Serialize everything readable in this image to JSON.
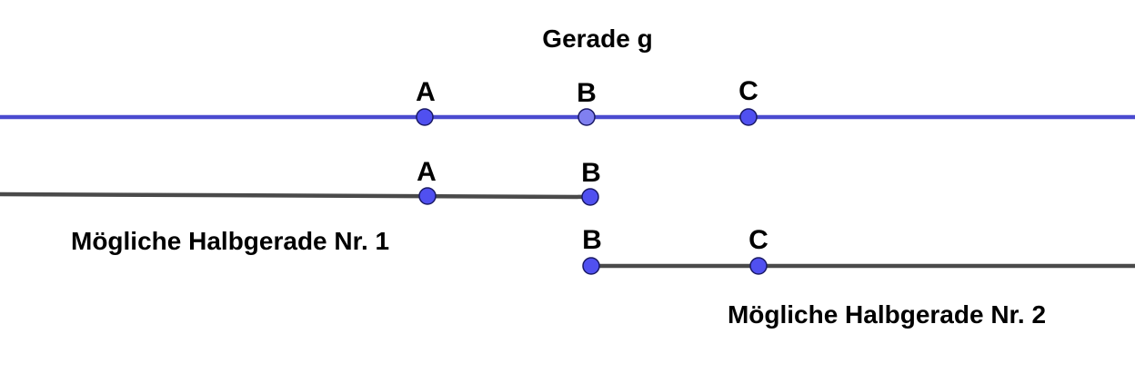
{
  "colors": {
    "background": "#ffffff",
    "line_g": "#4a4acf",
    "ray": "#4a4a4a",
    "point": "#5050f0",
    "point_mid": "#8080f0",
    "text": "#000000"
  },
  "diagram": {
    "line_g": {
      "caption": "Gerade g",
      "points": [
        {
          "label": "A"
        },
        {
          "label": "B"
        },
        {
          "label": "C"
        }
      ]
    },
    "ray1": {
      "caption": "Mögliche Halbgerade Nr. 1",
      "points": [
        {
          "label": "A"
        },
        {
          "label": "B"
        }
      ]
    },
    "ray2": {
      "caption": "Mögliche Halbgerade Nr. 2",
      "points": [
        {
          "label": "B"
        },
        {
          "label": "C"
        }
      ]
    }
  }
}
